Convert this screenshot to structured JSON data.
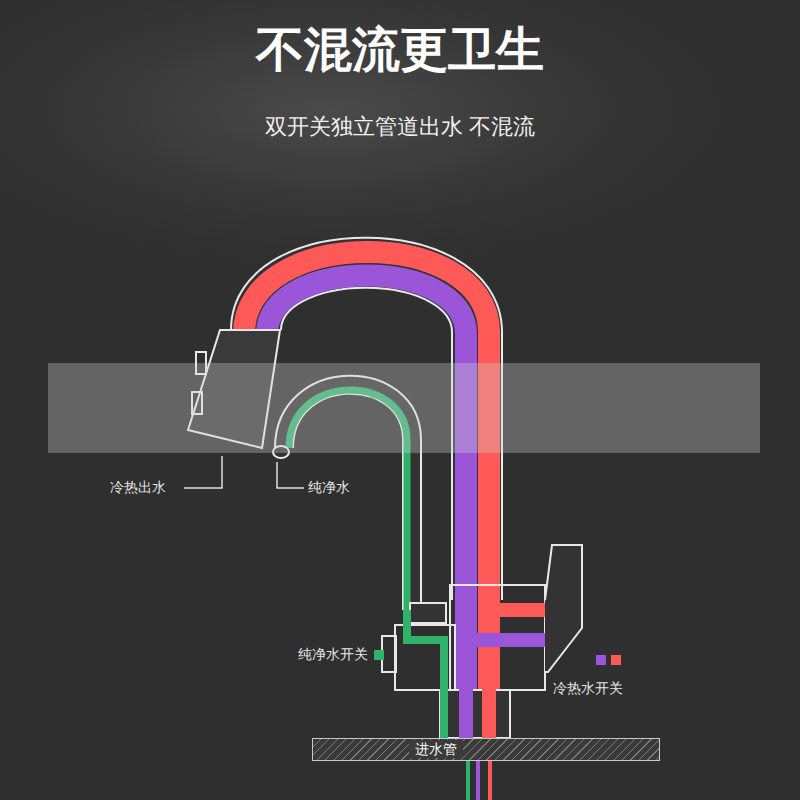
{
  "diagram": {
    "title": "不混流更卫生",
    "nodes": [
      {
        "text": [
          "进水管"
        ]
      }
    ],
    "labels": [
      "双开关独立管道出水 不混流",
      "冷热出水",
      "纯净水",
      "纯净水开关",
      "冷热水开关"
    ]
  }
}
